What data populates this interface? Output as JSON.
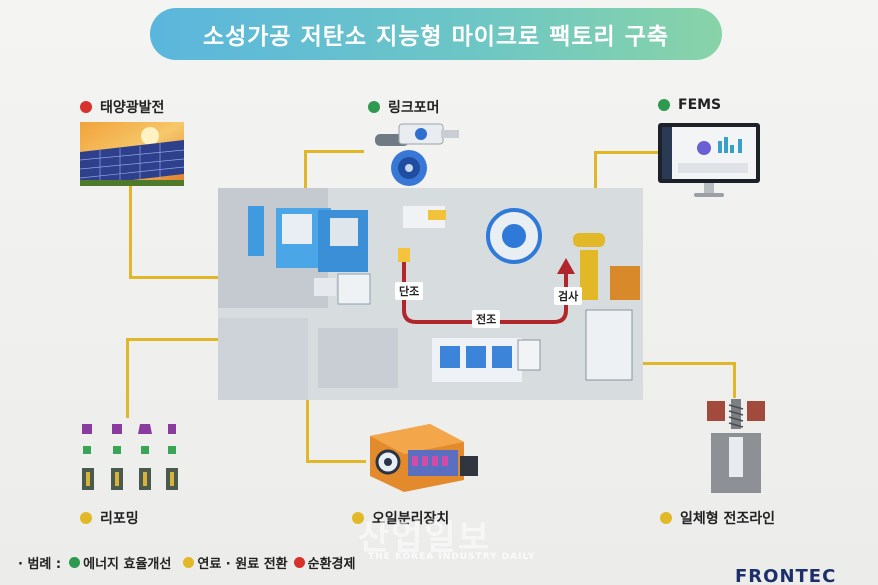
{
  "title": "소성가공 저탄소 지능형 마이크로 팩토리 구축",
  "colors": {
    "energy": "#2e9a4f",
    "fuel": "#e2b826",
    "circular": "#d7312b",
    "line": "#e1b72a"
  },
  "components": {
    "solar": {
      "label": "태양광발전",
      "category": "circular"
    },
    "linkformer": {
      "label": "링크포머",
      "category": "energy"
    },
    "fems": {
      "label": "FEMS",
      "category": "energy"
    },
    "reforming": {
      "label": "리포밍",
      "category": "fuel"
    },
    "oil_separator": {
      "label": "오일분리장치",
      "category": "fuel"
    },
    "integrated_line": {
      "label": "일체형 전조라인",
      "category": "fuel"
    }
  },
  "process": {
    "forging": "단조",
    "rolling": "전조",
    "inspection": "검사"
  },
  "legend": {
    "prefix": "· 범례 :",
    "items": [
      {
        "label": "에너지 효율개선",
        "category": "energy"
      },
      {
        "label": "연료 · 원료 전환",
        "category": "fuel"
      },
      {
        "label": "순환경제",
        "category": "circular"
      }
    ]
  },
  "watermark": {
    "main": "산업일보",
    "sub": "THE KOREA INDUSTRY DAILY"
  },
  "logo": "FRONTEC"
}
